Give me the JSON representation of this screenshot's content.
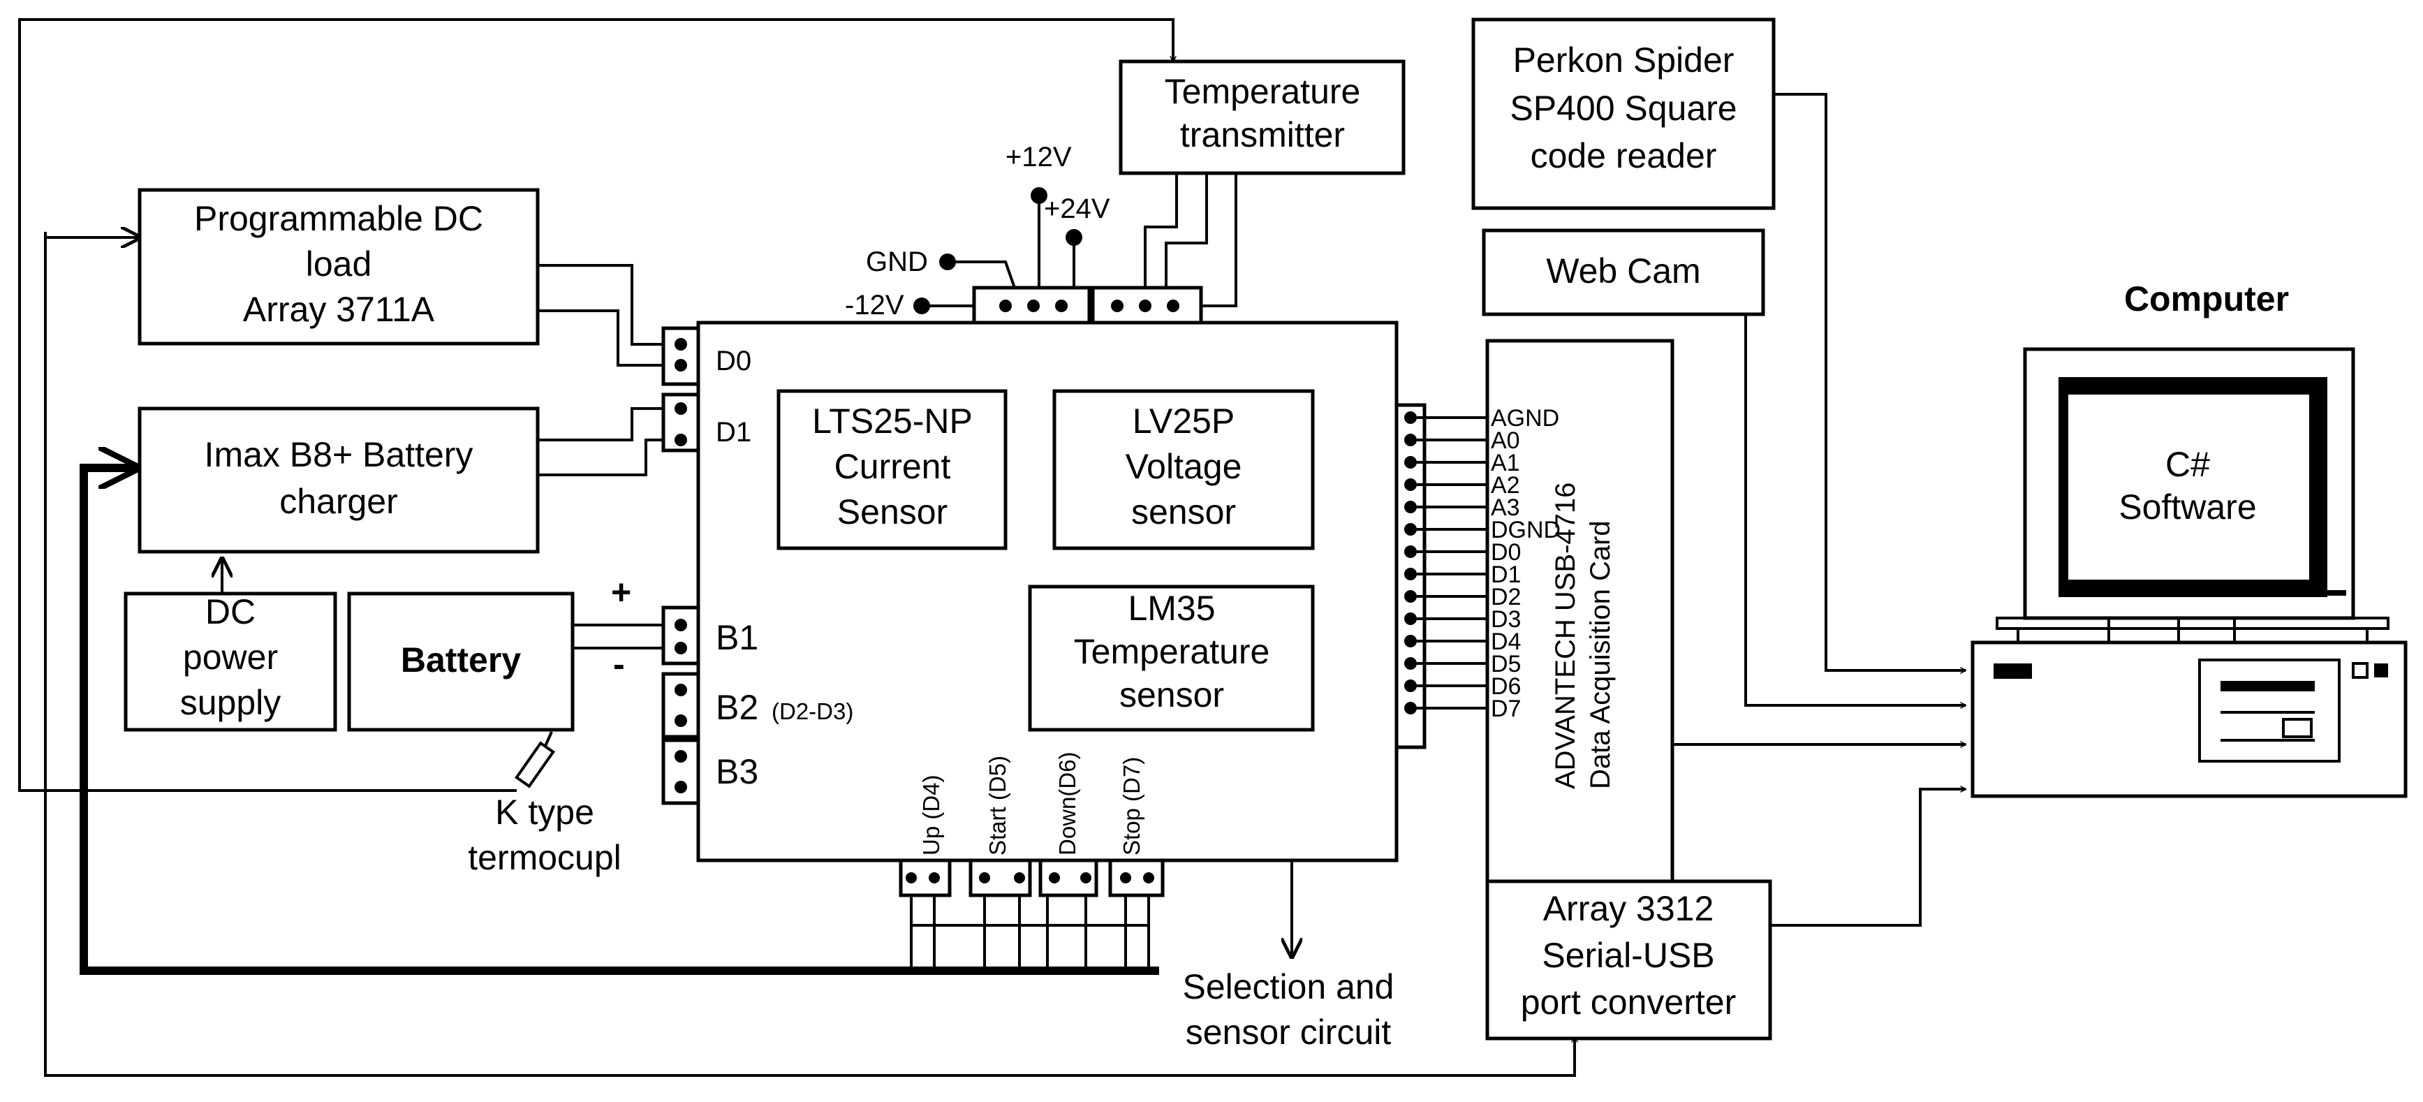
{
  "blocks": {
    "temp_transmitter": [
      "Temperature",
      "transmitter"
    ],
    "perkon": [
      "Perkon Spider",
      "SP400 Square",
      "code reader"
    ],
    "webcam": "Web Cam",
    "computer_title": "Computer",
    "software": [
      "C#",
      "Software"
    ],
    "dc_load": [
      "Programmable DC",
      "load",
      "Array 3711A"
    ],
    "charger": [
      "Imax B8+ Battery",
      "charger"
    ],
    "dc_supply": [
      "DC",
      "power",
      "supply"
    ],
    "battery": "Battery",
    "lts": [
      "LTS25-NP",
      "Current",
      "Sensor"
    ],
    "lv": [
      "LV25P",
      "Voltage",
      "sensor"
    ],
    "lm35": [
      "LM35",
      "Temperature",
      "sensor"
    ],
    "daq": [
      "ADVANTECH USB-4716",
      "Data Acquisition Card"
    ],
    "serial": [
      "Array 3312",
      "Serial-USB",
      "port converter"
    ],
    "thermocouple": [
      "K type",
      "termocupl"
    ],
    "selection": [
      "Selection and",
      "sensor circuit"
    ]
  },
  "supply": {
    "p12": "+12V",
    "p24": "+24V",
    "gnd": "GND",
    "m12": "-12V"
  },
  "ports": {
    "d0": "D0",
    "d1": "D1",
    "b1": "B1",
    "b2": "B2",
    "b2_note": "(D2-D3)",
    "b3": "B3"
  },
  "polarity": {
    "plus": "+",
    "minus": "-"
  },
  "daq_pins": [
    "AGND",
    "A0",
    "A1",
    "A2",
    "A3",
    "DGND",
    "D0",
    "D1",
    "D2",
    "D3",
    "D4",
    "D5",
    "D6",
    "D7"
  ],
  "buttons": [
    "Up (D4)",
    "Start (D5)",
    "Down(D6)",
    "Stop (D7)"
  ]
}
